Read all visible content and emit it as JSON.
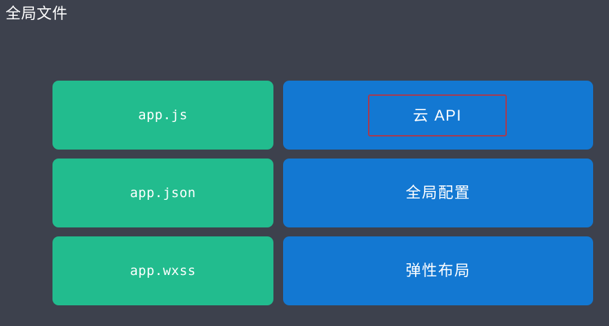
{
  "slide": {
    "title": "全局文件",
    "background_color": "#3d414d",
    "title_color": "#ffffff"
  },
  "theme": {
    "green": "#22bc8e",
    "blue": "#1378d2",
    "highlight_border": "#a93a4e",
    "text": "#ffffff"
  },
  "cards": [
    {
      "label": "app.js",
      "color_role": "green",
      "row": 1,
      "column": 1,
      "highlighted": false
    },
    {
      "label": "云 API",
      "color_role": "blue",
      "row": 1,
      "column": 2,
      "highlighted": true
    },
    {
      "label": "app.json",
      "color_role": "green",
      "row": 2,
      "column": 1,
      "highlighted": false
    },
    {
      "label": "全局配置",
      "color_role": "blue",
      "row": 2,
      "column": 2,
      "highlighted": false
    },
    {
      "label": "app.wxss",
      "color_role": "green",
      "row": 3,
      "column": 1,
      "highlighted": false
    },
    {
      "label": "弹性布局",
      "color_role": "blue",
      "row": 3,
      "column": 2,
      "highlighted": false
    }
  ]
}
